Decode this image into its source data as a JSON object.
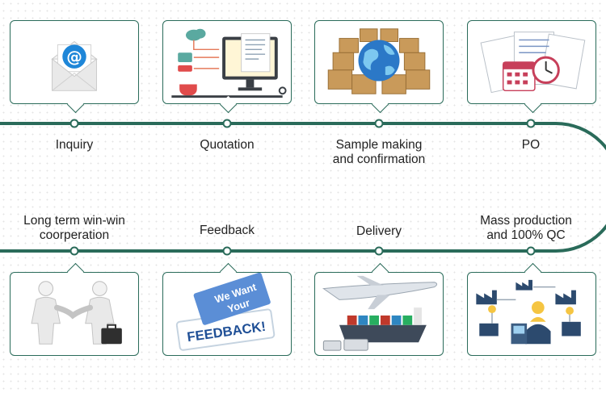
{
  "line_color": "#2a6b5a",
  "steps": [
    {
      "id": "inquiry",
      "lines": [
        "Inquiry"
      ],
      "icon": "email-envelope-icon"
    },
    {
      "id": "quotation",
      "lines": [
        "Quotation"
      ],
      "icon": "monitor-document-icon"
    },
    {
      "id": "sample",
      "lines": [
        "Sample making",
        "and confirmation"
      ],
      "icon": "globe-boxes-icon"
    },
    {
      "id": "po",
      "lines": [
        "PO"
      ],
      "icon": "documents-calendar-clock-icon"
    },
    {
      "id": "mass",
      "lines": [
        "Mass production",
        "and 100% QC"
      ],
      "icon": "factory-worker-icon"
    },
    {
      "id": "delivery",
      "lines": [
        "Delivery"
      ],
      "icon": "plane-ship-trucks-icon"
    },
    {
      "id": "feedback",
      "lines": [
        "Feedback"
      ],
      "icon": "feedback-card-icon"
    },
    {
      "id": "longterm",
      "lines": [
        "Long term win-win",
        "coorperation"
      ],
      "icon": "handshake-icon"
    }
  ],
  "feedback_card": {
    "line1": "We Want",
    "line2": "Your",
    "line3": "FEEDBACK!"
  }
}
